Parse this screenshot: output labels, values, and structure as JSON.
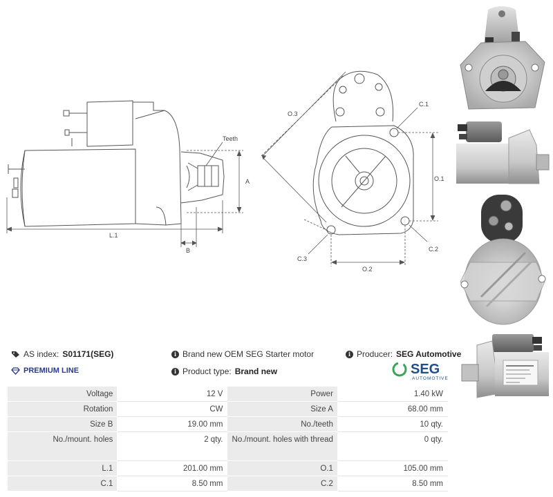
{
  "diagram": {
    "labels": {
      "teeth": "Teeth",
      "a": "A",
      "b": "B",
      "l1": "L.1",
      "o3": "O.3",
      "c1": "C.1",
      "o1": "O.1",
      "c2": "C.2",
      "c3": "C.3",
      "o2": "O.2"
    }
  },
  "info": {
    "as_index_label": "AS index:",
    "as_index_value": "S01171(SEG)",
    "description": "Brand new OEM SEG Starter motor",
    "producer_label": "Producer:",
    "producer_value": "SEG Automotive",
    "premium_line": "PREMIUM LINE",
    "product_type_label": "Product type:",
    "product_type_value": "Brand new",
    "logo_text": "SEG",
    "logo_subtext": "AUTOMOTIVE"
  },
  "specs": [
    {
      "l1": "Voltage",
      "v1": "12 V",
      "l2": "Power",
      "v2": "1.40 kW"
    },
    {
      "l1": "Rotation",
      "v1": "CW",
      "l2": "Size A",
      "v2": "68.00 mm"
    },
    {
      "l1": "Size B",
      "v1": "19.00 mm",
      "l2": "No./teeth",
      "v2": "10 qty."
    },
    {
      "l1": "No./mount. holes",
      "v1": "2 qty.",
      "l2": "No./mount. holes with thread",
      "v2": "0 qty."
    },
    {
      "l1": "L.1",
      "v1": "201.00 mm",
      "l2": "O.1",
      "v2": "105.00 mm"
    },
    {
      "l1": "C.1",
      "v1": "8.50 mm",
      "l2": "C.2",
      "v2": "8.50 mm"
    }
  ],
  "colors": {
    "premium": "#2a3a8a",
    "seg_green": "#3aa655",
    "seg_blue": "#1f4e8c",
    "label_bg": "#ebebeb"
  }
}
